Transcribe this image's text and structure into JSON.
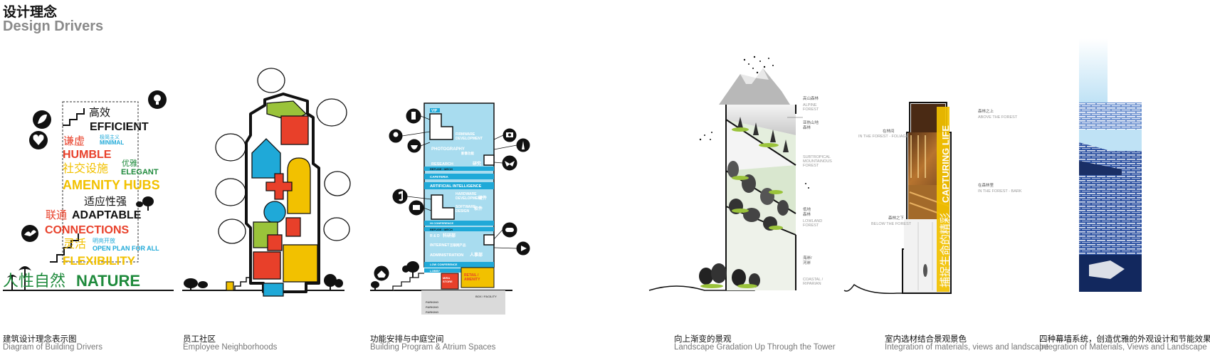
{
  "header": {
    "title_cn": "设计理念",
    "title_en": "Design Drivers"
  },
  "captions": [
    {
      "cn": "建筑设计理念表示图",
      "en": "Diagram of Building Drivers"
    },
    {
      "cn": "员工社区",
      "en": "Employee Neighborhoods"
    },
    {
      "cn": "功能安排与中庭空间",
      "en": "Building Program & Atrium Spaces"
    },
    {
      "cn": "向上渐变的景观",
      "en": "Landscape Gradation Up Through the Tower"
    },
    {
      "cn": "室内选材结合景观景色",
      "en": "Integration of materials, views and landscape"
    },
    {
      "cn": "四种幕墙系统，创造优雅的外观设计和节能效果",
      "en": "Integration of Materials, Views and Landscape"
    }
  ],
  "drivers": {
    "efficient_cn": "高效",
    "efficient_en": "EFFICIENT",
    "minimal_cn": "极简主义",
    "minimal_en": "MINIMAL",
    "humble_cn": "谦虚",
    "humble_en": "HUMBLE",
    "elegant_cn": "优雅",
    "elegant_en": "ELEGANT",
    "amenity_cn": "社交设施",
    "amenity_en": "AMENITY HUBS",
    "adaptable_cn": "适应性强",
    "adaptable_en": "ADAPTABLE",
    "connections_cn": "联通",
    "connections_en": "CONNECTIONS",
    "open_cn": "明亮开放",
    "open_en": "OPEN PLAN FOR ALL",
    "flexibility_cn": "灵活",
    "flexibility_en": "FLEXIBILITY",
    "nature_cn": "人性自然",
    "nature_en": "NATURE"
  },
  "program": {
    "vip": "VIP",
    "firmware": "FIRMWARE\nDEVELOPMENT",
    "photography": "PHOTOGRAPHY",
    "photography_cn": "影像功能",
    "research": "RESEARCH",
    "research_cn": "研究",
    "refuge1": "REFUGE / MECH",
    "cafeteria": "CAFETERIA",
    "ai": "ARTIFICIAL INTELLIGENCE",
    "hardware": "HARDWARE\nDEVELOPMENT",
    "hardware_cn": "硬件",
    "software": "SOFTWARE\nDESIGN",
    "software_cn": "软件",
    "hi_conf": "HI CONFERENCE",
    "refuge2": "REFUGE / MECH",
    "rd": "R & D",
    "rd_cn": "科研部",
    "internet": "INTERNET",
    "internet_cn": "互联网产品",
    "admin": "ADMINISTRATION",
    "admin_cn": "人事部",
    "low_conf": "LOW CONFERENCE",
    "lobby": "LOBBY",
    "store": "MIRA\nSTORE",
    "retail": "RETAIL /\nAMENITY",
    "box": "BOX / FACILITY",
    "parking": [
      "PARKING",
      "PARKING",
      "PARKING"
    ]
  },
  "landscape": {
    "alpine_cn": "高山森林",
    "alpine_en": "ALPINE\nFOREST",
    "subtropical_cn": "亚热山地\n森林",
    "subtropical_en": "SUBTROPICAL\nMOUNTAINOUS\nFOREST",
    "lowland_cn": "低地\n森林",
    "lowland_en": "LOWLAND\nFOREST",
    "coastal_cn": "海岸/\n河岸",
    "coastal_en": "COASTAL /\nRIPARIAN"
  },
  "interior": {
    "above_cn": "森林之上",
    "above_en": "ABOVE THE FOREST",
    "foliage_cn": "在林间",
    "foliage_en": "IN THE FOREST - FOLIAGE",
    "bark_cn": "在森林里",
    "bark_en": "IN THE FOREST - BARK",
    "below_cn": "森林之下",
    "below_en": "BELOW THE FOREST",
    "banner_cn": "捕捉生命的精彩",
    "banner_en": "CAPTURING LIFE"
  },
  "colors": {
    "green": "#1f8a3c",
    "yellow": "#f2c100",
    "red": "#e8402a",
    "blue": "#1fa9d8",
    "light_blue": "#a8dcef",
    "lime": "#9ac33a",
    "gray": "#8a8a8a"
  }
}
